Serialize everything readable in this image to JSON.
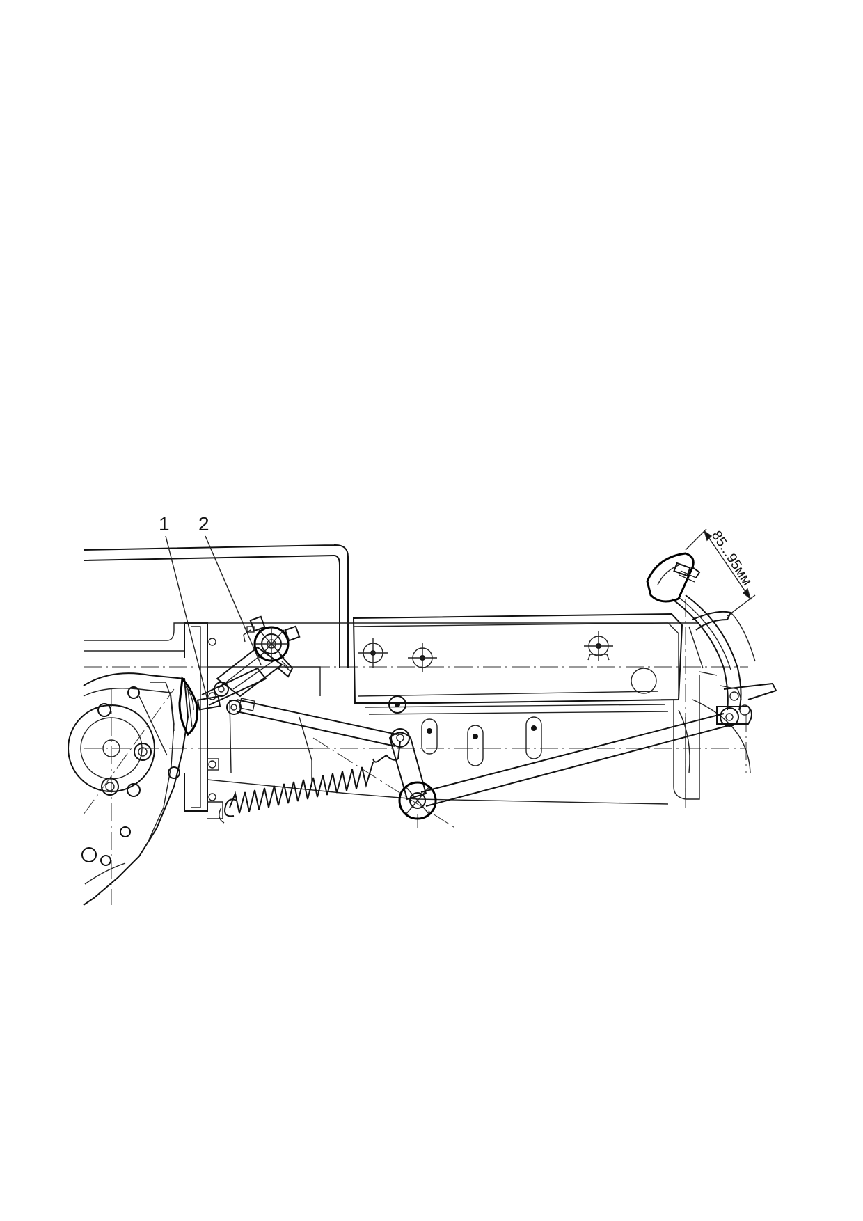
{
  "callouts": [
    {
      "label": "1"
    },
    {
      "label": "2"
    }
  ],
  "dimension": {
    "text": "85...95мм"
  },
  "colors": {
    "line": "#111111",
    "background": "#ffffff"
  }
}
